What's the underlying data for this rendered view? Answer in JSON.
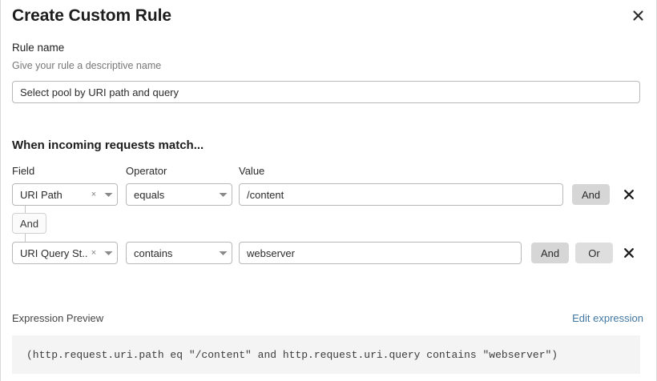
{
  "dialog": {
    "title": "Create Custom Rule",
    "close_label": "close-icon"
  },
  "rule_name": {
    "label": "Rule name",
    "hint": "Give your rule a descriptive name",
    "value": "Select pool by URI path and query",
    "placeholder": "Select pool by URI path and query"
  },
  "conditions": {
    "section_heading": "When incoming requests match...",
    "columns": {
      "field": "Field",
      "operator": "Operator",
      "value": "Value"
    },
    "connector": {
      "label": "And"
    },
    "rows": [
      {
        "field": "URI Path",
        "operator": "equals",
        "value": "/content",
        "clear_icon": "×",
        "buttons": [
          "And"
        ]
      },
      {
        "field": "URI Query St...",
        "operator": "contains",
        "value": "webserver",
        "clear_icon": "×",
        "buttons": [
          "And",
          "Or"
        ]
      }
    ]
  },
  "preview": {
    "label": "Expression Preview",
    "edit_link": "Edit expression",
    "expression": "(http.request.uri.path eq \"/content\" and http.request.uri.query contains \"webserver\")"
  },
  "colors": {
    "link": "#4178a3",
    "logic_button": "#d6d6d6",
    "code_background": "#f4f4f4",
    "border": "#b8b8b8"
  }
}
